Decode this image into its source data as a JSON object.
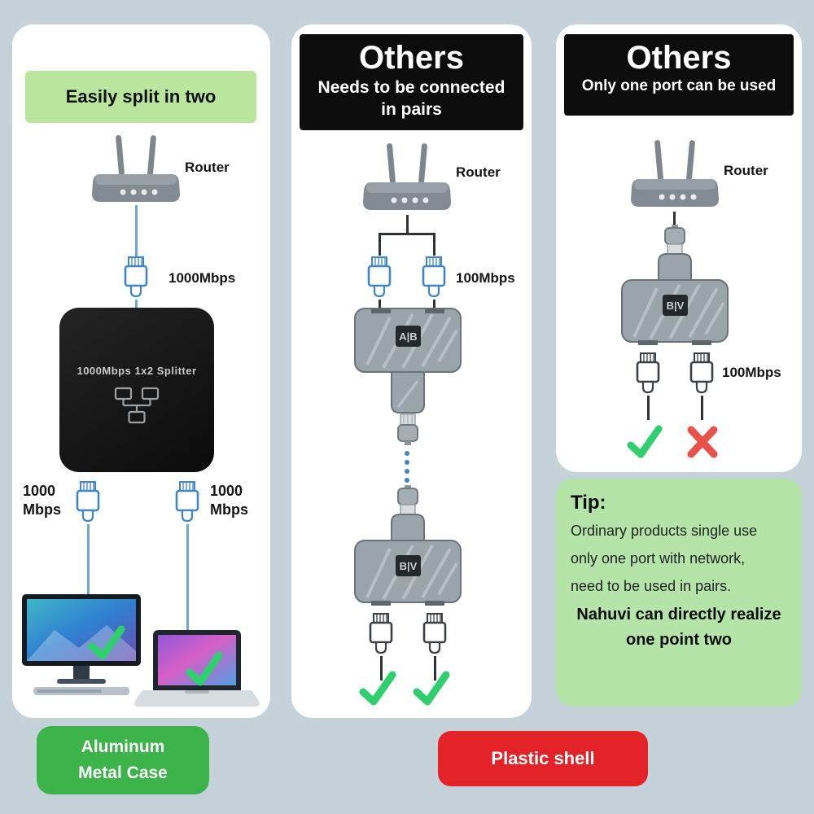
{
  "colors": {
    "background": "#c6d2da",
    "header_green": "#b9e59c",
    "tip_green": "#b4e4a7",
    "badge_green": "#3cb44a",
    "badge_red": "#e42328",
    "check_green": "#2fcf6e",
    "cross_red": "#e7524b",
    "cable_blue": "#6aa6dc"
  },
  "left_panel": {
    "header": "Easily split in two",
    "router_label": "Router",
    "uplink_speed": "1000Mbps",
    "device_label": "1000Mbps 1x2 Splitter",
    "out_left": {
      "line1": "1000",
      "line2": "Mbps"
    },
    "out_right": {
      "line1": "1000",
      "line2": "Mbps"
    },
    "badge": {
      "line1": "Aluminum",
      "line2": "Metal Case"
    }
  },
  "middle_panel": {
    "title": "Others",
    "subtitle_line1": "Needs to be connected",
    "subtitle_line2": "in pairs",
    "router_label": "Router",
    "speed": "100Mbps",
    "splitter_mark_top": "A|B",
    "splitter_mark_bottom": "B|V",
    "badge": "Plastic shell"
  },
  "right_panel": {
    "title": "Others",
    "subtitle": "Only one port can be used",
    "router_label": "Router",
    "speed": "100Mbps",
    "splitter_mark": "B|V",
    "tip": {
      "title": "Tip:",
      "line1": "Ordinary products single use",
      "line2": "only one port with network,",
      "line3": "need to be used in pairs.",
      "bold1": "Nahuvi can directly realize",
      "bold2": "one point two"
    }
  }
}
